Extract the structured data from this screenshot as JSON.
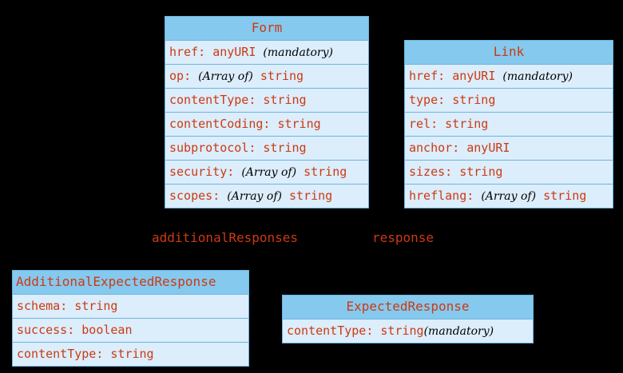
{
  "diagram": {
    "background_color": "#000000",
    "header_color": "#85c9ef",
    "body_color": "#dcedfb",
    "border_color": "#6ab6e0",
    "text_color": "#cc3a12",
    "modifier_color": "#000000"
  },
  "classes": [
    {
      "id": "form",
      "title": "Form",
      "title_align": "center",
      "attributes": [
        {
          "name": "href",
          "sep": ": ",
          "type": "anyURI",
          "modifier": "(mandatory)"
        },
        {
          "name": "op",
          "sep": ": ",
          "type": "string",
          "modifier": "(Array of)",
          "modifier_before_type": true
        },
        {
          "name": "contentType",
          "sep": ": ",
          "type": "string",
          "modifier": ""
        },
        {
          "name": "contentCoding",
          "sep": ": ",
          "type": "string",
          "modifier": ""
        },
        {
          "name": "subprotocol",
          "sep": ": ",
          "type": "string",
          "modifier": ""
        },
        {
          "name": "security",
          "sep": ": ",
          "type": "string",
          "modifier": "(Array of)",
          "modifier_before_type": true
        },
        {
          "name": "scopes",
          "sep": ": ",
          "type": "string",
          "modifier": "(Array of)",
          "modifier_before_type": true
        }
      ]
    },
    {
      "id": "link",
      "title": "Link",
      "title_align": "center",
      "attributes": [
        {
          "name": "href",
          "sep": ": ",
          "type": "anyURI",
          "modifier": "(mandatory)"
        },
        {
          "name": "type",
          "sep": ": ",
          "type": "string",
          "modifier": ""
        },
        {
          "name": "rel",
          "sep": ": ",
          "type": "string",
          "modifier": ""
        },
        {
          "name": "anchor",
          "sep": ": ",
          "type": "anyURI",
          "modifier": ""
        },
        {
          "name": "sizes",
          "sep": ": ",
          "type": "string",
          "modifier": ""
        },
        {
          "name": "hreflang",
          "sep": ": ",
          "type": "string",
          "modifier": "(Array of)",
          "modifier_before_type": true
        }
      ]
    },
    {
      "id": "additional-expected-response",
      "title": "AdditionalExpectedResponse",
      "title_align": "left",
      "attributes": [
        {
          "name": "schema",
          "sep": ": ",
          "type": "string",
          "modifier": ""
        },
        {
          "name": "success",
          "sep": ": ",
          "type": "boolean",
          "modifier": ""
        },
        {
          "name": "contentType",
          "sep": ": ",
          "type": "string",
          "modifier": ""
        }
      ]
    },
    {
      "id": "expected-response",
      "title": "ExpectedResponse",
      "title_align": "center",
      "attributes": [
        {
          "name": "contentType",
          "sep": ": ",
          "type": "string",
          "modifier": "(mandatory)"
        }
      ]
    }
  ],
  "associations": [
    {
      "id": "additional-responses",
      "label": "additionalResponses"
    },
    {
      "id": "response",
      "label": "response"
    }
  ]
}
